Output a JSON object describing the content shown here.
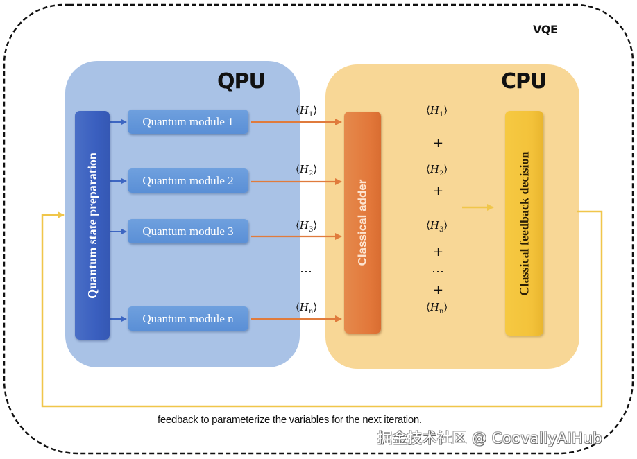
{
  "diagram": {
    "frame_label": "VQE",
    "qpu": {
      "title": "QPU",
      "state_preparation_label": "Quantum state preparation",
      "modules": [
        {
          "label": "Quantum module 1"
        },
        {
          "label": "Quantum module 2"
        },
        {
          "label": "Quantum module 3"
        },
        {
          "label": "Quantum module n"
        }
      ]
    },
    "edges": {
      "expectations": [
        {
          "symbol": "H",
          "sub": "1"
        },
        {
          "symbol": "H",
          "sub": "2"
        },
        {
          "symbol": "H",
          "sub": "3"
        },
        {
          "symbol": "H",
          "sub": "n"
        }
      ],
      "ellipsis": "⋯"
    },
    "cpu": {
      "title": "CPU",
      "adder_label": "Classical adder",
      "decision_label": "Classical feedback decision",
      "sum_terms": [
        {
          "symbol": "H",
          "sub": "1"
        },
        {
          "symbol": "H",
          "sub": "2"
        },
        {
          "symbol": "H",
          "sub": "3"
        },
        {
          "symbol": "H",
          "sub": "n"
        }
      ],
      "plus": "+",
      "ellipsis": "⋯"
    },
    "feedback_caption": "feedback to parameterize the variables for the next iteration.",
    "colors": {
      "qpu_panel": "#a9c2e6",
      "cpu_panel": "#f8d796",
      "module": "#5a8fd6",
      "state_prep": "#3a5fbf",
      "adder": "#e2773a",
      "decision": "#f3c23a",
      "orange_arrow": "#e07b3c",
      "blue_arrow": "#3d66c2",
      "feedback_line": "#f0c64a"
    }
  },
  "watermark": "掘金技术社区 @ CoovallyAIHub"
}
